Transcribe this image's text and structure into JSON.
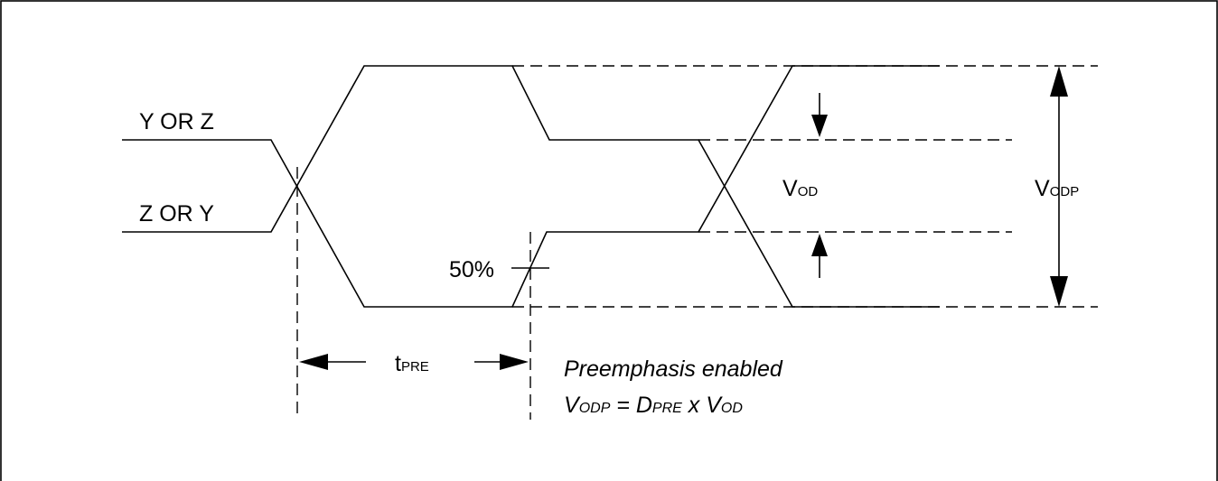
{
  "labels": {
    "signal_top": "Y OR Z",
    "signal_bottom": "Z OR Y",
    "percent": "50%",
    "v_od": {
      "main": "V",
      "sub": "OD"
    },
    "v_odp": {
      "main": "V",
      "sub": "ODP"
    },
    "t_pre": {
      "main": "t",
      "sub": "PRE"
    },
    "note_title": "Preemphasis enabled",
    "formula": {
      "lhs_main": "V",
      "lhs_sub": "ODP",
      "equals": " = ",
      "d_main": "D",
      "d_sub": "PRE",
      "times": " x ",
      "rhs_main": "V",
      "rhs_sub": "OD"
    }
  }
}
